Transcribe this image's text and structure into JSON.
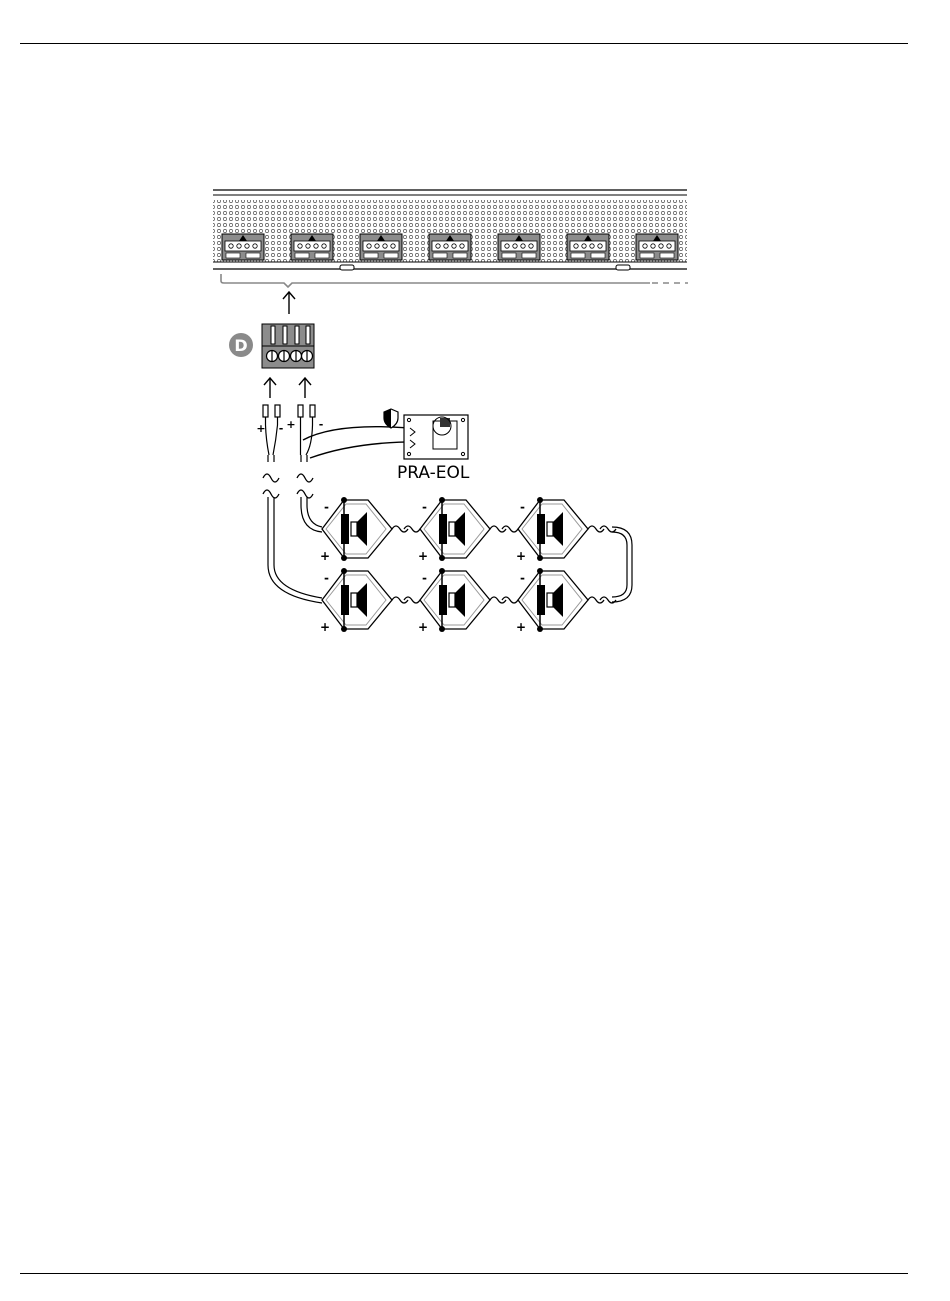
{
  "diagram": {
    "badge_letter": "D",
    "eol_device_label": "PRA-EOL",
    "polarity": {
      "plus": "+",
      "minus": "-"
    },
    "amplifier_connector_count": 7,
    "speaker_grid": {
      "rows": 2,
      "columns": 3
    },
    "icons": [
      "arrow-up-icon",
      "shield-icon",
      "loudspeaker-icon",
      "cable-break-icon"
    ],
    "colors": {
      "line": "#000000",
      "terminal_block": "#8c8c8c",
      "badge": "#8a8a8a",
      "panel_dots": "#555555"
    }
  }
}
